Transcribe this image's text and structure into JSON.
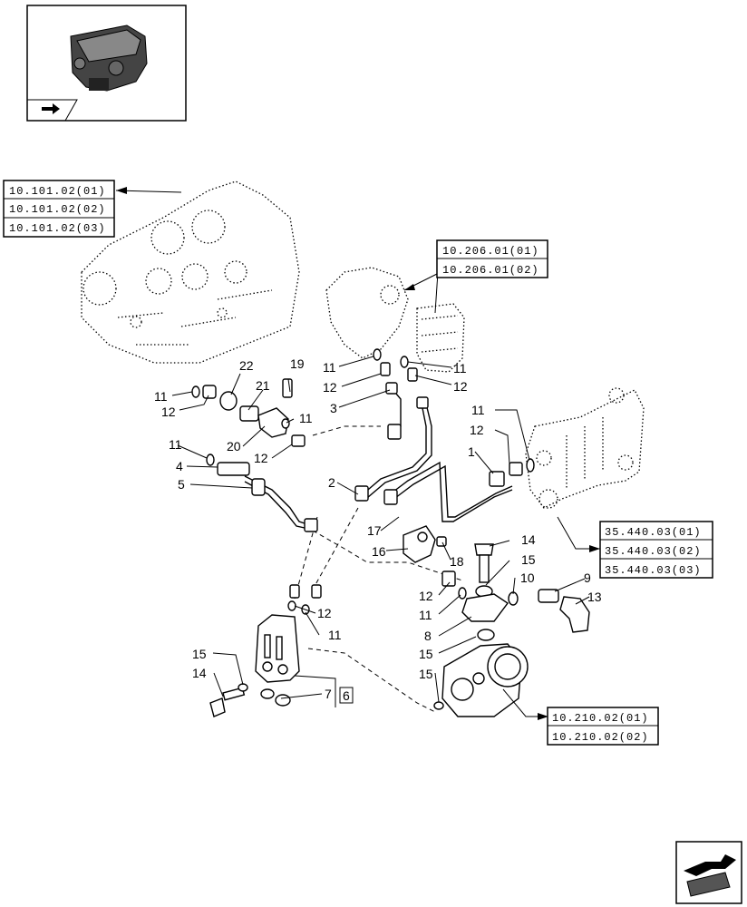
{
  "diagram": {
    "thumbnail_label": "engine thumbnail",
    "reference_boxes": {
      "engine_block": [
        "10.101.02(01)",
        "10.101.02(02)",
        "10.101.02(03)"
      ],
      "oil_filter": [
        "10.206.01(01)",
        "10.206.01(02)"
      ],
      "exhaust_manifold": [
        "35.440.03(01)",
        "35.440.03(02)",
        "35.440.03(03)"
      ],
      "compressor": [
        "10.210.02(01)",
        "10.210.02(02)"
      ]
    },
    "callouts": {
      "c22": "22",
      "c19": "19",
      "c21": "21",
      "c11a": "11",
      "c12a": "12",
      "c11b": "11",
      "c20": "20",
      "c12b": "12",
      "c11c": "11",
      "c4": "4",
      "c5": "5",
      "c11d": "11",
      "c12d": "12",
      "c3": "3",
      "c11e": "11",
      "c12e": "12",
      "c11f": "11",
      "c12f": "12",
      "c1": "1",
      "c2": "2",
      "c17": "17",
      "c16": "16",
      "c18": "18",
      "c14a": "14",
      "c15a": "15",
      "c12g": "12",
      "c11g": "11",
      "c10": "10",
      "c9": "9",
      "c13": "13",
      "c8": "8",
      "c12h": "12",
      "c11h": "11",
      "c15b": "15",
      "c15c": "15",
      "c15d": "15",
      "c14b": "14",
      "c7": "7",
      "c6": "6"
    }
  }
}
